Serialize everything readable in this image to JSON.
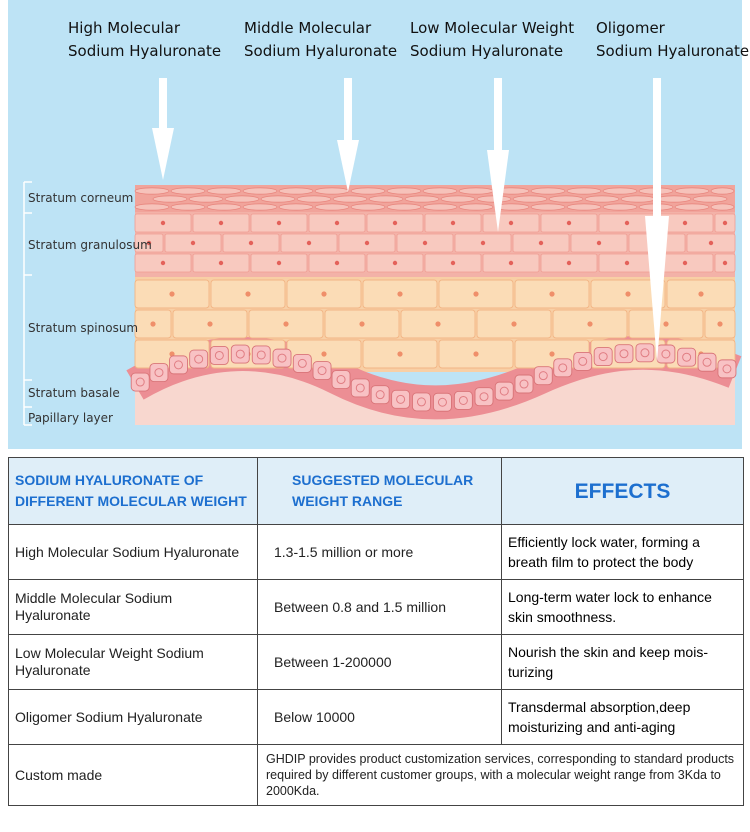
{
  "diagram": {
    "headers": [
      {
        "line1": "High Molecular",
        "line2": "Sodium Hyaluronate"
      },
      {
        "line1": "Middle Molecular",
        "line2": "Sodium Hyaluronate"
      },
      {
        "line1": "Low Molecular Weight",
        "line2": "Sodium Hyaluronate"
      },
      {
        "line1": "Oligomer",
        "line2": "Sodium Hyaluronate"
      }
    ],
    "layers": [
      "Stratum corneum",
      "Stratum granulosum",
      "Stratum spinosum",
      "Stratum basale",
      "Papillary layer"
    ],
    "colors": {
      "background": "#bde3f5",
      "corneum": "#f1a49b",
      "granulosum": "#f3b2a8",
      "spinosum": "#f8cfa5",
      "basale": "#f29ea1",
      "papillary": "#f8d7cf"
    }
  },
  "table": {
    "headers": [
      "SODIUM HYALURONATE OF DIFFERENT MOLECULAR WEIGHT",
      "SUGGESTED MOLECULAR WEIGHT RANGE",
      "EFFECTS"
    ],
    "rows": [
      {
        "type": "High Molecular Sodium Hyaluronate",
        "range": "1.3-1.5 million or more",
        "effect": "Efficiently lock water, forming a breath film to protect the body"
      },
      {
        "type": "Middle Molecular Sodium Hyaluronate",
        "range": "Between 0.8 and 1.5 million",
        "effect": "Long-term water lock to enhance skin smoothness."
      },
      {
        "type": "Low Molecular Weight Sodium Hyaluronate",
        "range": "Between 1-200000",
        "effect": "Nourish the skin and keep mois-turizing"
      },
      {
        "type": "Oligomer Sodium Hyaluronate",
        "range": "Below 10000",
        "effect": "Transdermal absorption,deep moisturizing and anti-aging"
      }
    ],
    "custom": {
      "label": "Custom made",
      "text": "GHDIP provides product customization services, corresponding to standard products required by different customer groups, with a molecular weight range from 3Kda to 2000Kda."
    },
    "colors": {
      "header_bg": "#dfeef8",
      "header_text": "#1d6fcf"
    }
  }
}
